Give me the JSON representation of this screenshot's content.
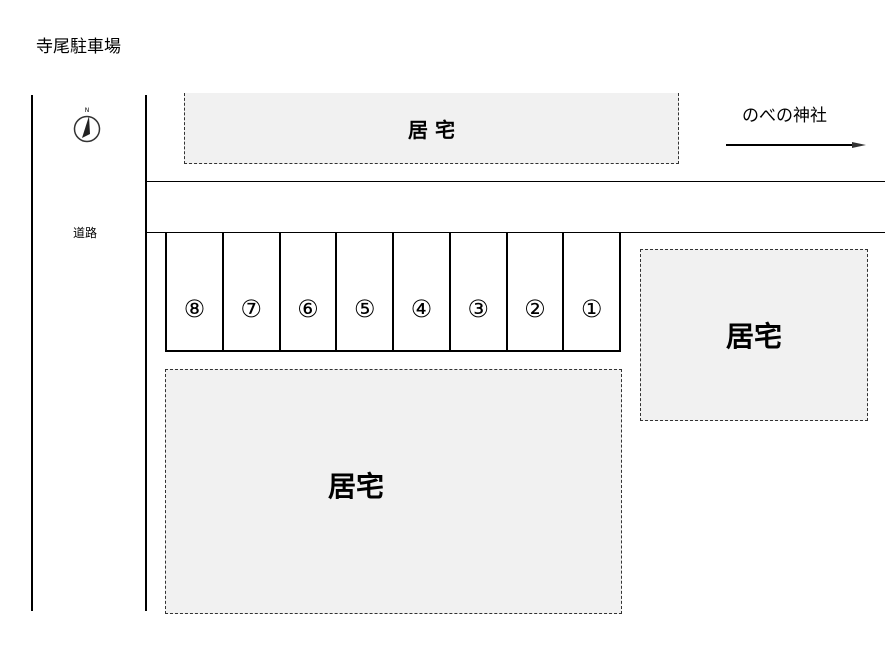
{
  "title": "寺尾駐車場",
  "road_label": "道路",
  "compass_label": "N",
  "destination": {
    "label": "のべの神社",
    "icon": "arrow-right-icon"
  },
  "houses": {
    "top": "居 宅",
    "right": "居宅",
    "bottom": "居宅"
  },
  "stalls": [
    "⑧",
    "⑦",
    "⑥",
    "⑤",
    "④",
    "③",
    "②",
    "①"
  ]
}
